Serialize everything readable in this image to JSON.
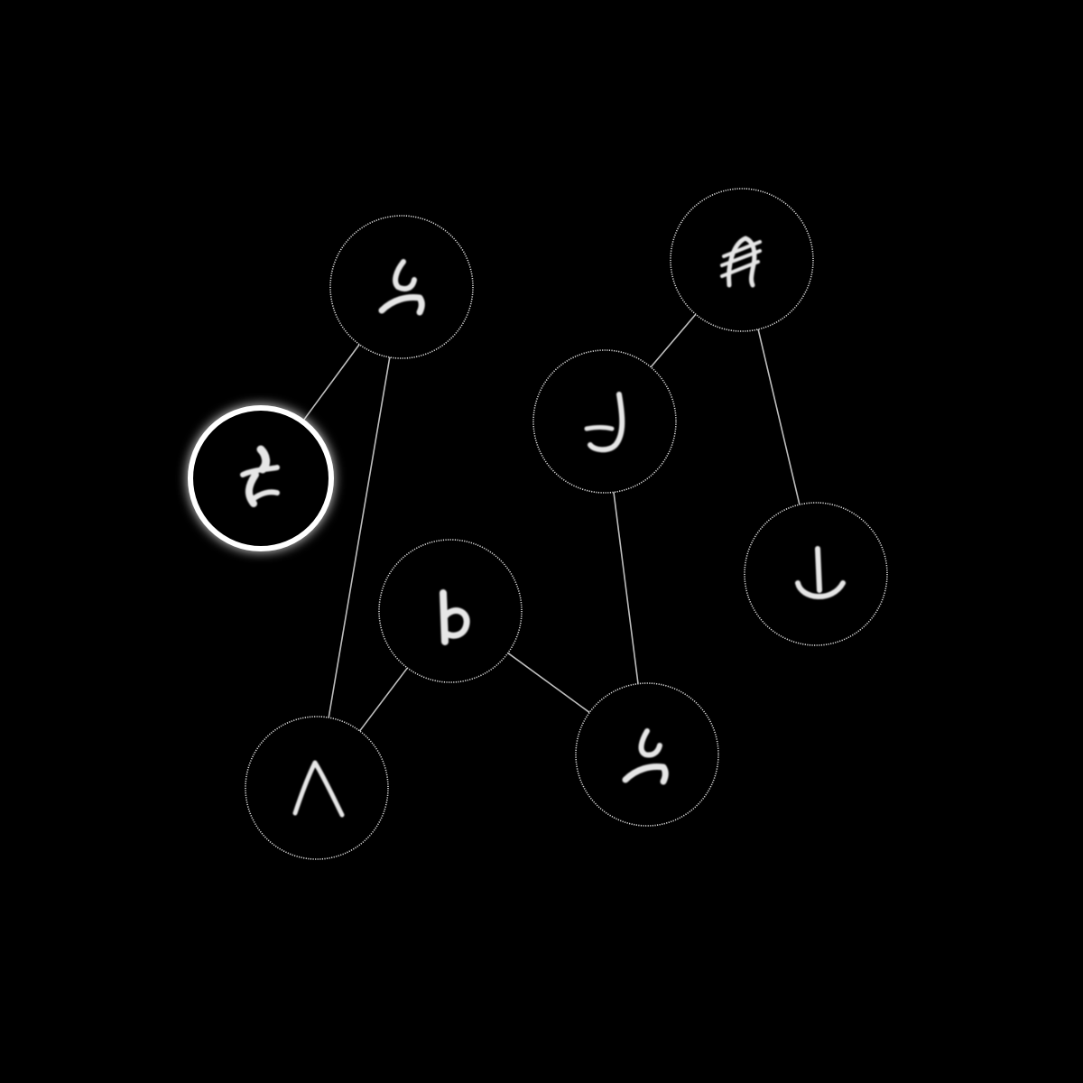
{
  "puzzle": {
    "theme": {
      "background": "#000000",
      "edge_color": "#bdbdbd",
      "ring_color": "#d9d9d9",
      "selected_ring_color": "#ffffff",
      "glyph_color": "#e6e6e6"
    },
    "selected_node": "n2",
    "nodes": [
      {
        "id": "n1",
        "icon": "rune-hook-glyph"
      },
      {
        "id": "n2",
        "icon": "rune-tangle-glyph"
      },
      {
        "id": "n3",
        "icon": "rune-b-glyph"
      },
      {
        "id": "n4",
        "icon": "rune-caret-glyph"
      },
      {
        "id": "n5",
        "icon": "rune-hook-glyph"
      },
      {
        "id": "n6",
        "icon": "rune-j-glyph"
      },
      {
        "id": "n7",
        "icon": "rune-crossed-a-glyph"
      },
      {
        "id": "n8",
        "icon": "rune-anchor-glyph"
      }
    ],
    "edges": [
      [
        "n1",
        "n2"
      ],
      [
        "n1",
        "n4"
      ],
      [
        "n3",
        "n4"
      ],
      [
        "n3",
        "n5"
      ],
      [
        "n6",
        "n5"
      ],
      [
        "n7",
        "n6"
      ],
      [
        "n7",
        "n8"
      ]
    ]
  }
}
